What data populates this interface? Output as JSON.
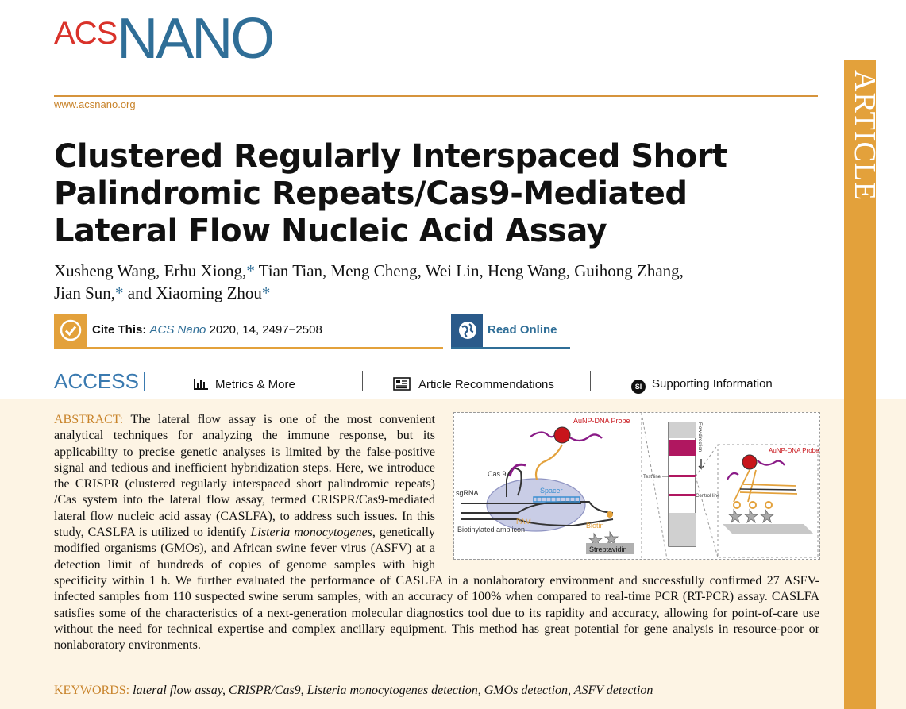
{
  "journal": {
    "logo_acs": "ACS",
    "logo_nano": "NANO",
    "url": "www.acsnano.org",
    "section_tab": "ARTICLE"
  },
  "article": {
    "title": "Clustered Regularly Interspaced Short Palindromic Repeats/Cas9-Mediated Lateral Flow Nucleic Acid Assay",
    "authors_line1": "Xusheng Wang, Erhu Xiong,",
    "authors_line1b": " Tian Tian, Meng Cheng, Wei Lin, Heng Wang, Guihong Zhang,",
    "authors_line2": "Jian Sun,",
    "authors_line2b": " and Xiaoming Zhou",
    "star": "*"
  },
  "cite": {
    "label": "Cite This:",
    "journal": "ACS Nano",
    "ref": "2020, 14, 2497−2508"
  },
  "read_online": "Read Online",
  "access_bar": {
    "access": "ACCESS",
    "metrics": "Metrics & More",
    "recommendations": "Article Recommendations",
    "supporting": "Supporting Information",
    "si_badge": "SI"
  },
  "abstract": {
    "lead": "ABSTRACT:",
    "text_1": " The lateral flow assay is one of the most convenient analytical techniques for analyzing the immune response, but its applicability to precise genetic analyses is limited by the false-positive signal and tedious and inefficient hybridization steps. Here, we introduce the CRISPR (clustered regularly interspaced short palindromic repeats) /Cas system into the lateral flow assay, termed CRISPR/Cas9-mediated lateral flow nucleic acid assay (CASLFA), to address such issues. In this study, CASLFA is utilized to identify ",
    "italic_1": "Listeria monocytogenes",
    "text_2": ", genetically modified organisms (GMOs), and African swine fever virus (ASFV) at a detection limit of hundreds of copies of genome samples with high specificity within 1 h. We further evaluated the performance of CASLFA in a nonlaboratory environment and successfully confirmed 27 ASFV-infected samples from 110 suspected swine serum samples, with an accuracy of 100% when compared to real-time PCR (RT-PCR) assay. CASLFA satisfies some of the characteristics of a next-generation molecular diagnostics tool due to its rapidity and accuracy, allowing for point-of-care use without the need for technical expertise and complex ancillary equipment. This method has great potential for gene analysis in resource-poor or nonlaboratory environments."
  },
  "keywords": {
    "lead": "KEYWORDS:",
    "text": " lateral flow assay, CRISPR/Cas9, Listeria monocytogenes detection, GMOs detection, ASFV detection"
  },
  "figure": {
    "probe": "AuNP-DNA Probe",
    "cas9": "Cas 9",
    "sgrna": "sgRNA",
    "spacer": "Spacer",
    "pam": "PAM",
    "amplicon": "Biotinylated amplicon",
    "biotin": "Biotin",
    "streptavidin": "Streptavidin",
    "flow": "Flow direction",
    "test_line": "Test line",
    "control_line": "Control line",
    "probe2": "AuNP-DNA Probe"
  },
  "colors": {
    "acs_red": "#d9322a",
    "nano_blue": "#2f6e97",
    "accent_orange": "#e3a13b",
    "abstract_bg": "#fdf4e4"
  }
}
